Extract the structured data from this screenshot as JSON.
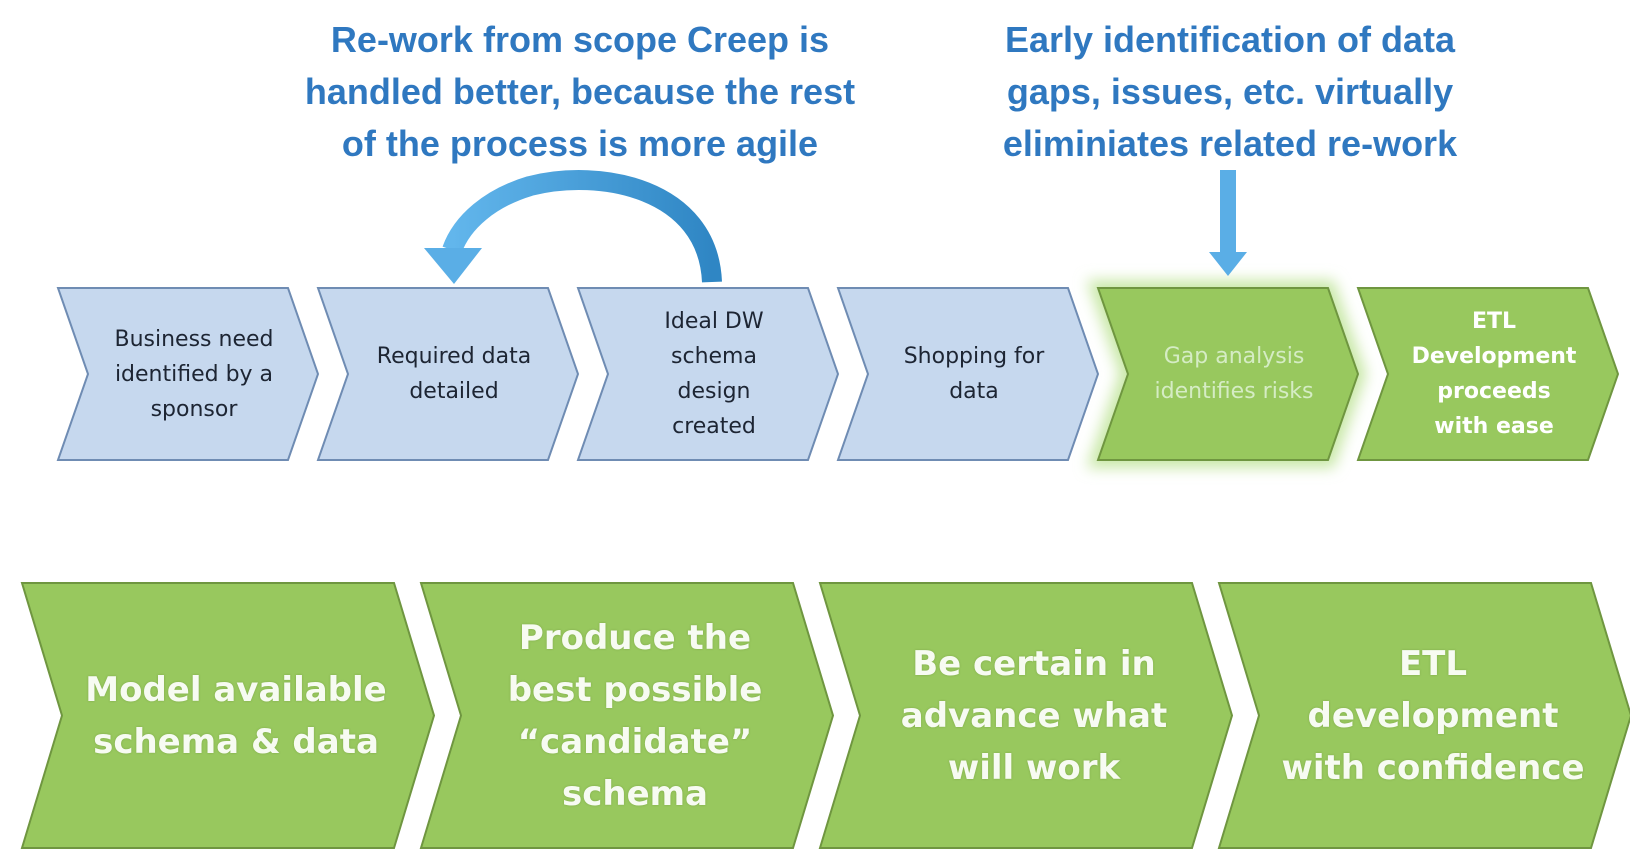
{
  "colors": {
    "caption_text": "#2f78c0",
    "blue_step_fill": "#c6d8ee",
    "blue_step_stroke": "#6f8cb3",
    "green_step_fill": "#98c85e",
    "green_step_stroke": "#6f9640",
    "arrow_blue": "#5aaee6",
    "glow_green": "#c9e8a8"
  },
  "captions": {
    "left": [
      "Re-work from scope Creep is",
      "handled better, because the rest",
      "of the process is more agile"
    ],
    "right": [
      "Early identification of data",
      "gaps, issues, etc. virtually",
      "eliminiates related re-work"
    ]
  },
  "connectors": [
    {
      "name": "rework-loop-arrow",
      "from_step": "Ideal DW schema design created",
      "to_step": "Required data detailed",
      "icon": "curved-arrow-back"
    },
    {
      "name": "early-identification-arrow",
      "to_step": "Gap analysis identifies risks",
      "icon": "down-arrow"
    }
  ],
  "top_process": {
    "steps": [
      {
        "lines": [
          "Business need",
          "identified by a",
          "sponsor"
        ],
        "color": "blue"
      },
      {
        "lines": [
          "Required data",
          "detailed"
        ],
        "color": "blue"
      },
      {
        "lines": [
          "Ideal DW",
          "schema",
          "design",
          "created"
        ],
        "color": "blue"
      },
      {
        "lines": [
          "Shopping  for",
          "data"
        ],
        "color": "blue"
      },
      {
        "lines": [
          "Gap analysis",
          "identifies risks"
        ],
        "color": "green",
        "highlighted": true
      },
      {
        "lines": [
          "ETL",
          "Development",
          "proceeds",
          "with ease"
        ],
        "color": "green"
      }
    ]
  },
  "bottom_process": {
    "steps": [
      {
        "lines": [
          "Model available",
          "schema & data"
        ],
        "color": "green"
      },
      {
        "lines": [
          "Produce the",
          "best possible",
          "“candidate”",
          "schema"
        ],
        "color": "green"
      },
      {
        "lines": [
          "Be certain in",
          "advance what",
          "will work"
        ],
        "color": "green"
      },
      {
        "lines": [
          "ETL",
          "development",
          "with confidence"
        ],
        "color": "green"
      }
    ]
  }
}
